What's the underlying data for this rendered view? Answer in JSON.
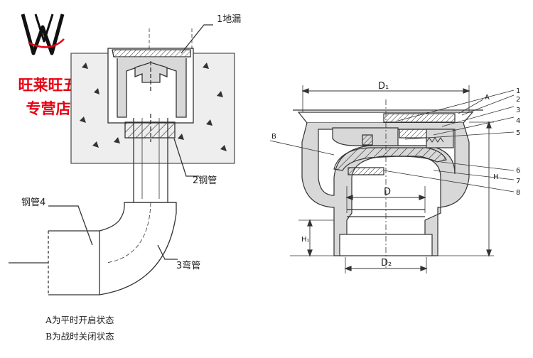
{
  "branding": {
    "shop_name": "旺莱旺五金",
    "shop_sub": "专营店",
    "brand_color": "#e60012",
    "logo_icon": "w-logo-icon"
  },
  "left_diagram": {
    "labels": {
      "floor_drain": "1地漏",
      "steel_pipe_2": "2钢管",
      "elbow_3": "3弯管",
      "steel_pipe_4": "钢管4"
    }
  },
  "right_diagram": {
    "dimensions": {
      "d1": "D₁",
      "d": "D",
      "d2": "D₂",
      "h": "H",
      "h1": "H₁"
    },
    "part_numbers": [
      "1",
      "2",
      "3",
      "4",
      "5",
      "6",
      "7",
      "8"
    ],
    "letters": {
      "a": "A",
      "b": "B"
    }
  },
  "notes": {
    "line_a": "A为平时开启状态",
    "line_b": "B为战时关闭状态"
  },
  "colors": {
    "ink": "#333333",
    "fill_gray": "#d8d8d8",
    "concrete": "#eeeeee"
  }
}
